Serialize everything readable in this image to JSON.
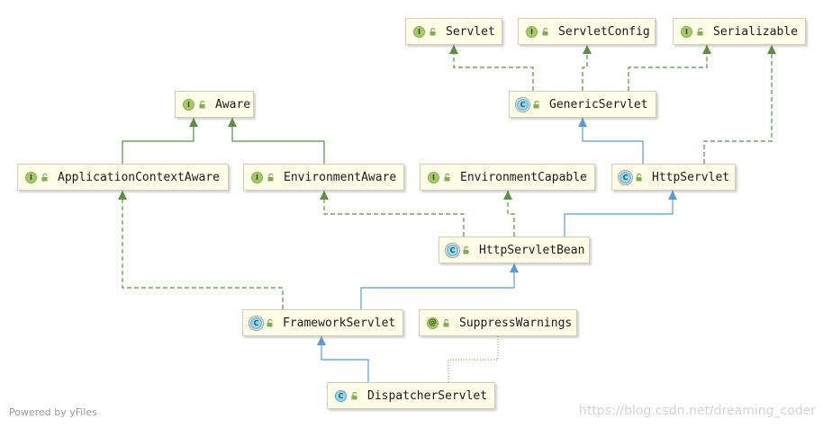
{
  "nodes": {
    "servlet": {
      "label": "Servlet",
      "kind": "I"
    },
    "servlet_config": {
      "label": "ServletConfig",
      "kind": "I"
    },
    "serializable": {
      "label": "Serializable",
      "kind": "I"
    },
    "aware": {
      "label": "Aware",
      "kind": "I"
    },
    "generic_servlet": {
      "label": "GenericServlet",
      "kind": "C"
    },
    "application_context_aware": {
      "label": "ApplicationContextAware",
      "kind": "I"
    },
    "environment_aware": {
      "label": "EnvironmentAware",
      "kind": "I"
    },
    "environment_capable": {
      "label": "EnvironmentCapable",
      "kind": "I"
    },
    "http_servlet": {
      "label": "HttpServlet",
      "kind": "C"
    },
    "http_servlet_bean": {
      "label": "HttpServletBean",
      "kind": "C"
    },
    "framework_servlet": {
      "label": "FrameworkServlet",
      "kind": "C"
    },
    "suppress_warnings": {
      "label": "SuppressWarnings",
      "kind": "@"
    },
    "dispatcher_servlet": {
      "label": "DispatcherServlet",
      "kind": "C"
    }
  },
  "edges": [
    {
      "from": "generic_servlet",
      "to": "servlet",
      "type": "implements"
    },
    {
      "from": "generic_servlet",
      "to": "servlet_config",
      "type": "implements"
    },
    {
      "from": "generic_servlet",
      "to": "serializable",
      "type": "implements"
    },
    {
      "from": "application_context_aware",
      "to": "aware",
      "type": "interface-extends"
    },
    {
      "from": "environment_aware",
      "to": "aware",
      "type": "interface-extends"
    },
    {
      "from": "http_servlet",
      "to": "generic_servlet",
      "type": "extends"
    },
    {
      "from": "http_servlet",
      "to": "serializable",
      "type": "implements"
    },
    {
      "from": "http_servlet_bean",
      "to": "environment_aware",
      "type": "implements"
    },
    {
      "from": "http_servlet_bean",
      "to": "environment_capable",
      "type": "implements"
    },
    {
      "from": "http_servlet_bean",
      "to": "http_servlet",
      "type": "extends"
    },
    {
      "from": "framework_servlet",
      "to": "application_context_aware",
      "type": "implements"
    },
    {
      "from": "framework_servlet",
      "to": "http_servlet_bean",
      "type": "extends"
    },
    {
      "from": "dispatcher_servlet",
      "to": "framework_servlet",
      "type": "extends"
    },
    {
      "from": "dispatcher_servlet",
      "to": "suppress_warnings",
      "type": "annotated-by"
    }
  ],
  "colors": {
    "extends": "#5b9bd5",
    "implements": "#5a8f44",
    "interface_extends": "#5a8f44",
    "annotation": "#b8986a",
    "node_fill": "#fefde8",
    "node_border": "#cfcfb8"
  },
  "footer": {
    "powered_by": "Powered by yFiles",
    "watermark": "https://blog.csdn.net/dreaming_coder"
  }
}
